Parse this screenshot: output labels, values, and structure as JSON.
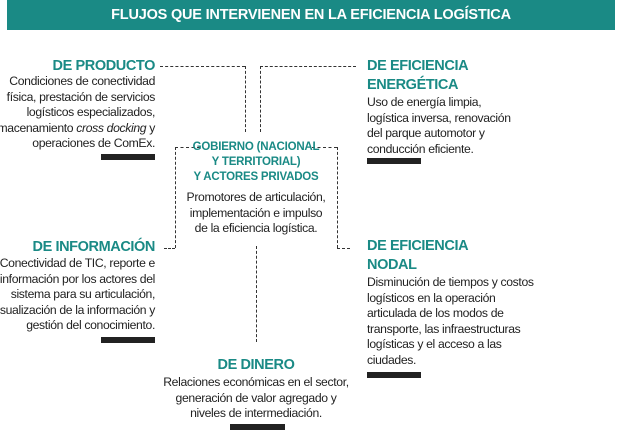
{
  "title": "FLUJOS QUE INTERVIENEN EN LA EFICIENCIA LOGÍSTICA",
  "nodes": {
    "producto": {
      "heading": "DE PRODUCTO",
      "lines": [
        "Condiciones de conectividad",
        "física, prestación de servicios",
        "logísticos especializados,",
        "almacenamiento ",
        "cross docking",
        " y",
        "operaciones de ComEx."
      ]
    },
    "energetica": {
      "heading": [
        "DE EFICIENCIA",
        "ENERGÉTICA"
      ],
      "lines": [
        "Uso de energía limpia,",
        "logística inversa, renovación",
        "del parque automotor y",
        "conducción eficiente."
      ]
    },
    "gobierno": {
      "heading": [
        "GOBIERNO (NACIONAL",
        "Y TERRITORIAL)",
        "Y ACTORES PRIVADOS"
      ],
      "lines": [
        "Promotores de articulación,",
        "implementación e impulso",
        "de la eficiencia logística."
      ]
    },
    "informacion": {
      "heading": "DE INFORMACIÓN",
      "lines": [
        "Conectividad de TIC, reporte e",
        "información por los actores del",
        "sistema para su articulación,",
        "visualización de la información y",
        "gestión del conocimiento."
      ]
    },
    "nodal": {
      "heading": [
        "DE EFICIENCIA",
        "NODAL"
      ],
      "lines": [
        "Disminución de tiempos y costos",
        "logísticos en la operación",
        "articulada de los modos de",
        "transporte, las infraestructuras",
        "logísticas y el acceso a las",
        "ciudades."
      ]
    },
    "dinero": {
      "heading": "DE DINERO",
      "lines": [
        "Relaciones económicas en el sector,",
        "generación de valor agregado y",
        "niveles de intermediación."
      ]
    }
  },
  "colors": {
    "accent": "#1a8a85",
    "text": "#222222"
  }
}
